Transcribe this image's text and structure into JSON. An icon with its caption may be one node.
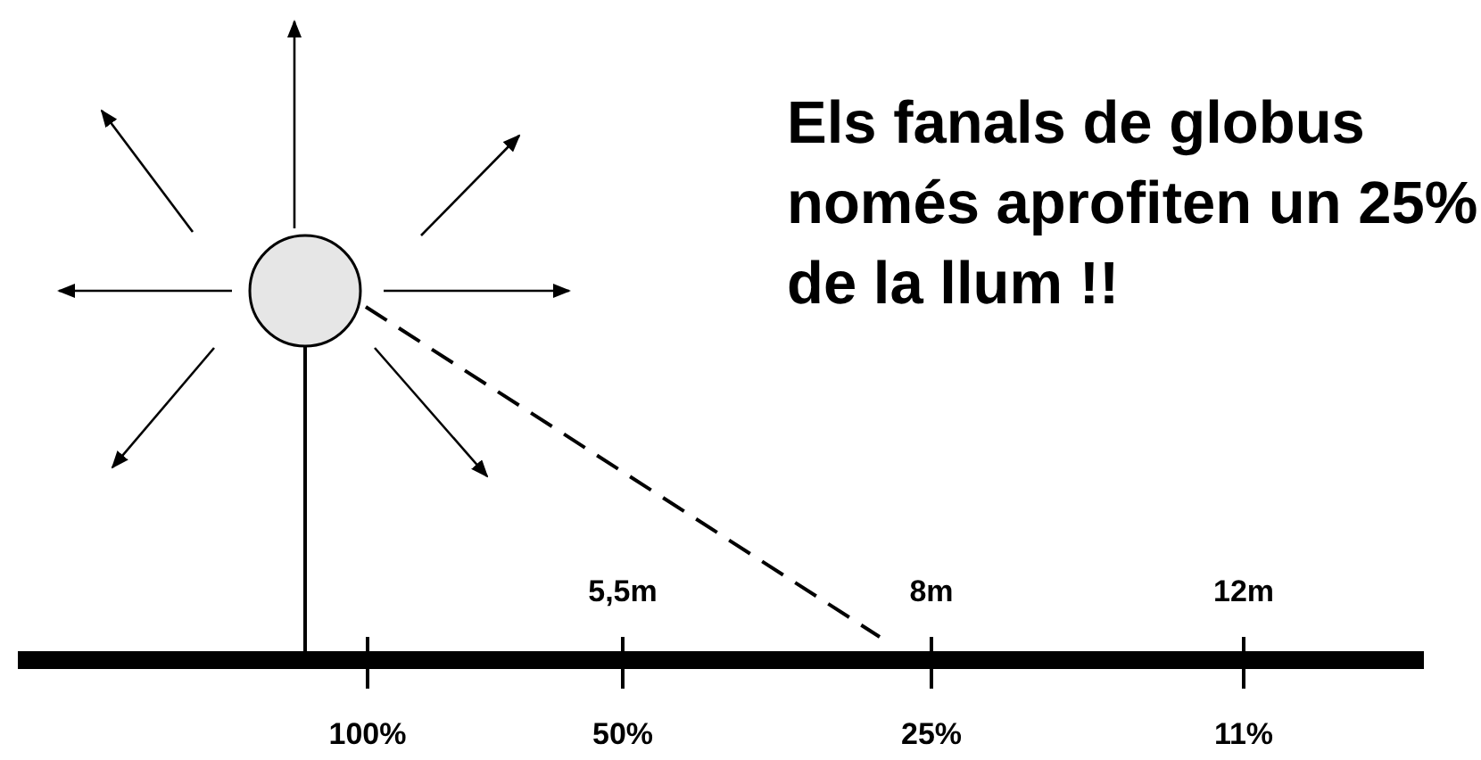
{
  "diagram": {
    "title": "Els fanals de globus només aprofiten un 25% de la llum !!",
    "labels": [
      "5,5m",
      "8m",
      "12m",
      "100%",
      "50%",
      "25%",
      "11%"
    ]
  }
}
